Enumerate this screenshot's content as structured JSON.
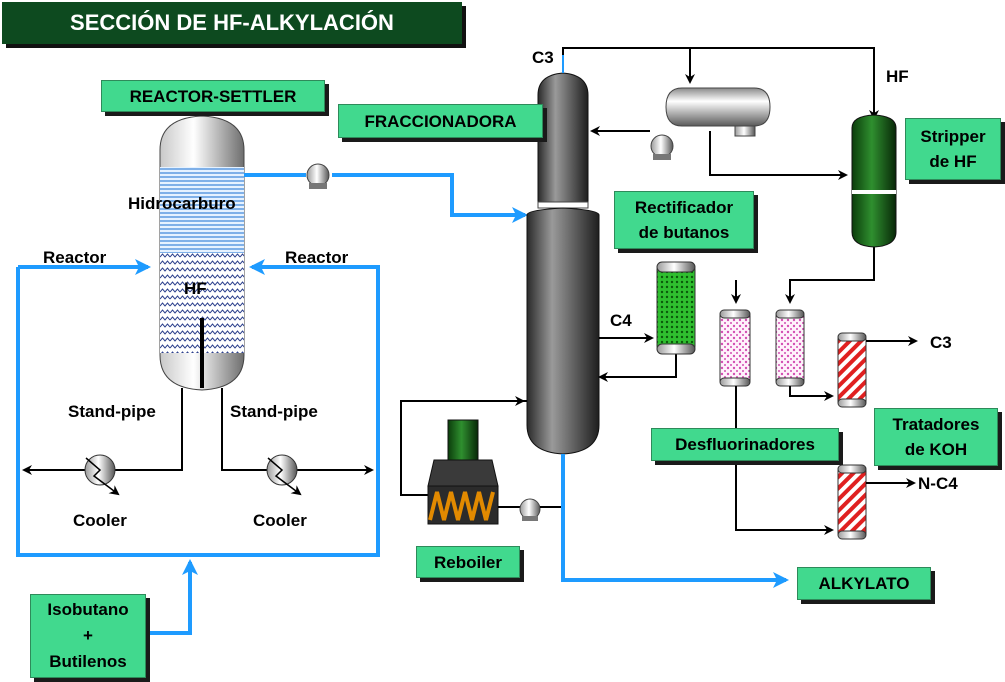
{
  "title": "SECCIÓN DE HF-ALKYLACIÓN",
  "boxes": {
    "reactor_settler": "REACTOR-SETTLER",
    "fraccionadora": "FRACCIONADORA",
    "rectificador": [
      "Rectificador",
      "de butanos"
    ],
    "stripper": [
      "Stripper",
      "de HF"
    ],
    "tratadores": [
      "Tratadores",
      "de KOH"
    ],
    "desfluorinadores": "Desfluorinadores",
    "reboiler": "Reboiler",
    "alkylato": "ALKYLATO",
    "feed": [
      "Isobutano",
      "+",
      "Butilenos"
    ]
  },
  "labels": {
    "hidrocarburo": "Hidrocarburo",
    "hf_settler": "HF",
    "reactor_left": "Reactor",
    "reactor_right": "Reactor",
    "standpipe_left": "Stand-pipe",
    "standpipe_right": "Stand-pipe",
    "cooler_left": "Cooler",
    "cooler_right": "Cooler",
    "c3_top": "C3",
    "hf_stripper": "HF",
    "c4": "C4",
    "c3_out": "C3",
    "nc4_out": "N-C4"
  },
  "colors": {
    "flow_blue": "#1e9bff",
    "box_green": "#41d98e",
    "title_green": "#0d4a1f",
    "stripper_green": "#1e6b1e",
    "treater_red": "#e02020",
    "defluor_pink": "#f3b7e6",
    "reboiler_orange": "#e28a00"
  }
}
